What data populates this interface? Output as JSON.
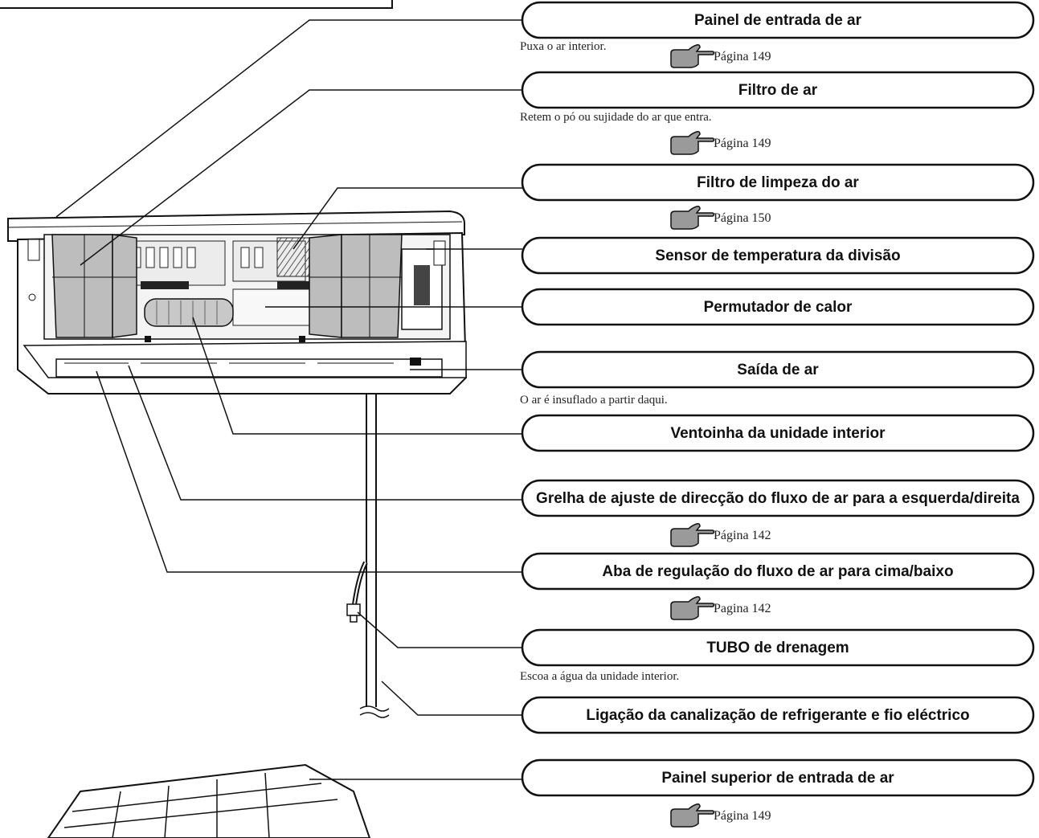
{
  "labels": [
    {
      "id": "painel-entrada-ar",
      "text": "Painel de entrada de ar",
      "desc": "Puxa o ar interior.",
      "page": "Página 149"
    },
    {
      "id": "filtro-ar",
      "text": "Filtro de ar",
      "desc": "Retem o pó ou sujidade do ar que entra.",
      "page": "Página 149"
    },
    {
      "id": "filtro-limpeza",
      "text": "Filtro de limpeza do ar",
      "desc": "",
      "page": "Página 150"
    },
    {
      "id": "sensor-temperatura",
      "text": "Sensor de temperatura da divisão",
      "desc": "",
      "page": ""
    },
    {
      "id": "permutador-calor",
      "text": "Permutador de calor",
      "desc": "",
      "page": ""
    },
    {
      "id": "saida-ar",
      "text": "Saída de ar",
      "desc": "O ar é insuflado a partir daqui.",
      "page": ""
    },
    {
      "id": "ventoinha",
      "text": "Ventoinha da unidade interior",
      "desc": "",
      "page": ""
    },
    {
      "id": "grelha-ajuste",
      "text": "Grelha de ajuste de direcção do fluxo de ar para a esquerda/direita",
      "desc": "",
      "page": "Página 142"
    },
    {
      "id": "aba-regulacao",
      "text": "Aba de regulação do fluxo de ar para cima/baixo",
      "desc": "",
      "page": "Pagina 142"
    },
    {
      "id": "tubo-drenagem",
      "text": "TUBO de drenagem",
      "desc": "Escoa a água da unidade interior.",
      "page": ""
    },
    {
      "id": "ligacao-canalizacao",
      "text": "Ligação da canalização de refrigerante e fio eléctrico",
      "desc": "",
      "page": ""
    },
    {
      "id": "painel-superior",
      "text": "Painel superior de entrada de ar",
      "desc": "",
      "page": "Página 149"
    }
  ]
}
